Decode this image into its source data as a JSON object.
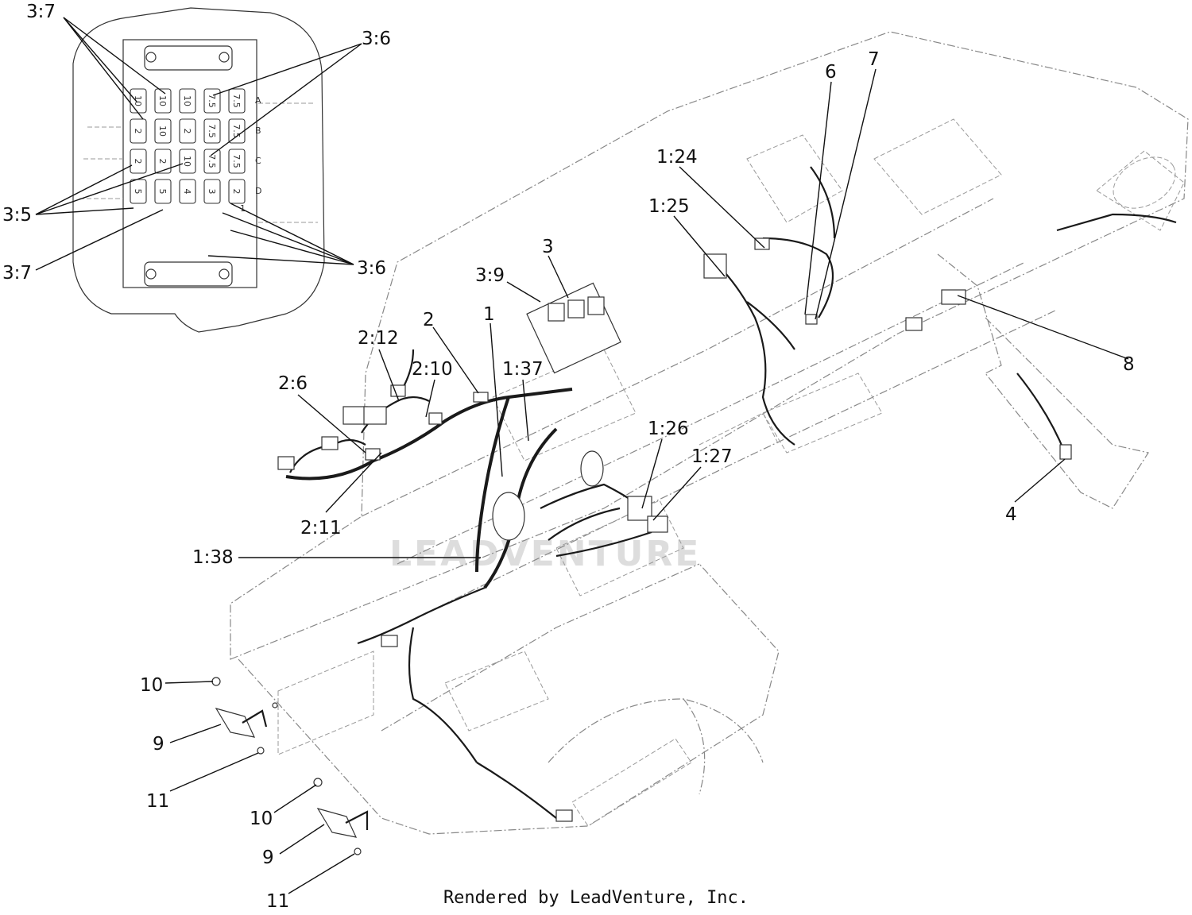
{
  "diagram": {
    "callouts": [
      {
        "id": "c-3-7-top",
        "text": "3:7"
      },
      {
        "id": "c-3-6-top",
        "text": "3:6"
      },
      {
        "id": "c-3-5",
        "text": "3:5"
      },
      {
        "id": "c-3-7-bottom",
        "text": "3:7"
      },
      {
        "id": "c-3-6-bottom",
        "text": "3:6"
      },
      {
        "id": "c-3-9",
        "text": "3:9"
      },
      {
        "id": "c-3",
        "text": "3"
      },
      {
        "id": "c-2",
        "text": "2"
      },
      {
        "id": "c-1",
        "text": "1"
      },
      {
        "id": "c-2-12",
        "text": "2:12"
      },
      {
        "id": "c-2-10",
        "text": "2:10"
      },
      {
        "id": "c-2-6",
        "text": "2:6"
      },
      {
        "id": "c-1-37",
        "text": "1:37"
      },
      {
        "id": "c-2-11",
        "text": "2:11"
      },
      {
        "id": "c-1-38",
        "text": "1:38"
      },
      {
        "id": "c-1-26",
        "text": "1:26"
      },
      {
        "id": "c-1-27",
        "text": "1:27"
      },
      {
        "id": "c-1-24",
        "text": "1:24"
      },
      {
        "id": "c-1-25",
        "text": "1:25"
      },
      {
        "id": "c-6",
        "text": "6"
      },
      {
        "id": "c-7",
        "text": "7"
      },
      {
        "id": "c-8",
        "text": "8"
      },
      {
        "id": "c-4",
        "text": "4"
      },
      {
        "id": "c-10-a",
        "text": "10"
      },
      {
        "id": "c-9-a",
        "text": "9"
      },
      {
        "id": "c-11-a",
        "text": "11"
      },
      {
        "id": "c-10-b",
        "text": "10"
      },
      {
        "id": "c-9-b",
        "text": "9"
      },
      {
        "id": "c-11-b",
        "text": "11"
      }
    ],
    "fuse_block": {
      "row_labels": [
        "A",
        "B",
        "C",
        "D"
      ],
      "rows": [
        [
          "10",
          "10",
          "10",
          "7.5",
          "7.5"
        ],
        [
          "2",
          "10",
          "2",
          "7.5",
          "7.5"
        ],
        [
          "2",
          "2",
          "10",
          "7.5",
          "7.5"
        ],
        [
          "5",
          "5",
          "4",
          "3",
          "2"
        ]
      ],
      "column_labels": [
        "1"
      ]
    },
    "watermark": "LEADVENTURE"
  },
  "footer": {
    "text": "Rendered by LeadVenture, Inc."
  }
}
